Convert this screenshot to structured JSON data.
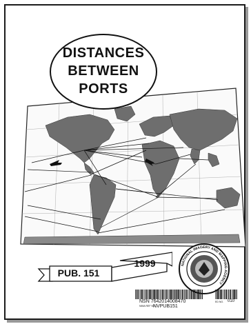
{
  "cover": {
    "title_lines": [
      "DISTANCES",
      "BETWEEN",
      "PORTS"
    ],
    "publication": "PUB. 151",
    "year": "1999",
    "agency_seal_text": "NATIONAL IMAGERY AND MAPPING AGENCY",
    "map_icon": "world-map-shipping-routes",
    "seal_icon": "agency-seal"
  },
  "barcode": {
    "nsn": "NSN 7642014008470",
    "nima_ref_label": "NIMA REF NO.",
    "nima_ref": "NVPUB151",
    "edition_label": "ED NO.",
    "edition": "010"
  },
  "colors": {
    "ink": "#111111",
    "land": "#6e6e6e",
    "page": "#ffffff",
    "shadow": "#9a9a9a"
  }
}
